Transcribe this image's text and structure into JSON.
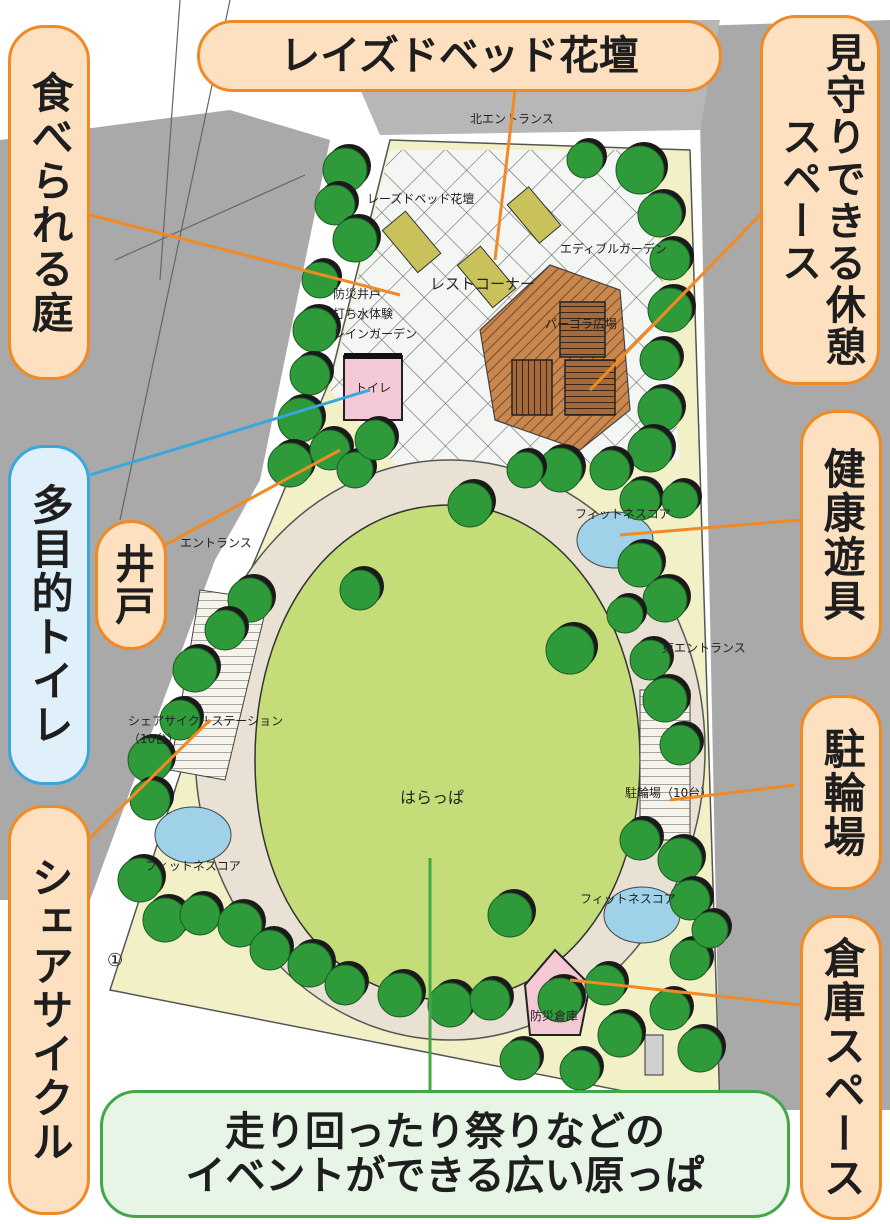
{
  "map": {
    "area_labels": {
      "north_entrance": "北エントランス",
      "raised_flowerbed": "レーズドベッド花壇",
      "edible_garden": "エディブルガーデン",
      "rest_corner": "レストコーナー",
      "pergola": "パーゴラ広場",
      "disaster_well": "防災井戸",
      "water_sprinkle": "打ち水体験",
      "rain_garden": "レインガーデン",
      "toilet": "トイレ",
      "fitness_ne": "フィットネスコア",
      "west_entrance": "エントランス",
      "east_entrance": "東エントランス",
      "share_cycle_station": "シェアサイクルステーション（10台）",
      "field": "はらっぱ",
      "bike_parking": "駐輪場（10台）",
      "fitness_w": "フィットネスコア",
      "fitness_se": "フィットネスコア",
      "storehouse": "防災倉庫",
      "number_mark": "①"
    }
  },
  "callouts": {
    "edible_garden": "食べられる庭",
    "raised_bed": "レイズドベッド花壇",
    "watch_rest": "見守りできる休憩スペース",
    "multipurpose_toilet": "多目的トイレ",
    "well": "井戸",
    "fitness_equipment": "健康遊具",
    "bicycle_parking": "駐輪場",
    "share_cycle": "シェアサイクル",
    "storage": "倉庫スペース",
    "open_field_line1": "走り回ったり祭りなどの",
    "open_field_line2": "イベントができる広い原っぱ"
  },
  "colors": {
    "road": "#a9a9a9",
    "park_ground": "#f2f0c6",
    "path": "#e9e2d4",
    "lawn": "#c5dd78",
    "tree": "#2e9a3a",
    "tree_shadow": "#1a1a1a",
    "pergola": "#c98750",
    "toilet": "#f3c9d6",
    "fitness": "#9fd2e8",
    "callout_orange": "#f08a24",
    "callout_blue": "#39a6dc",
    "callout_green": "#41a747"
  }
}
